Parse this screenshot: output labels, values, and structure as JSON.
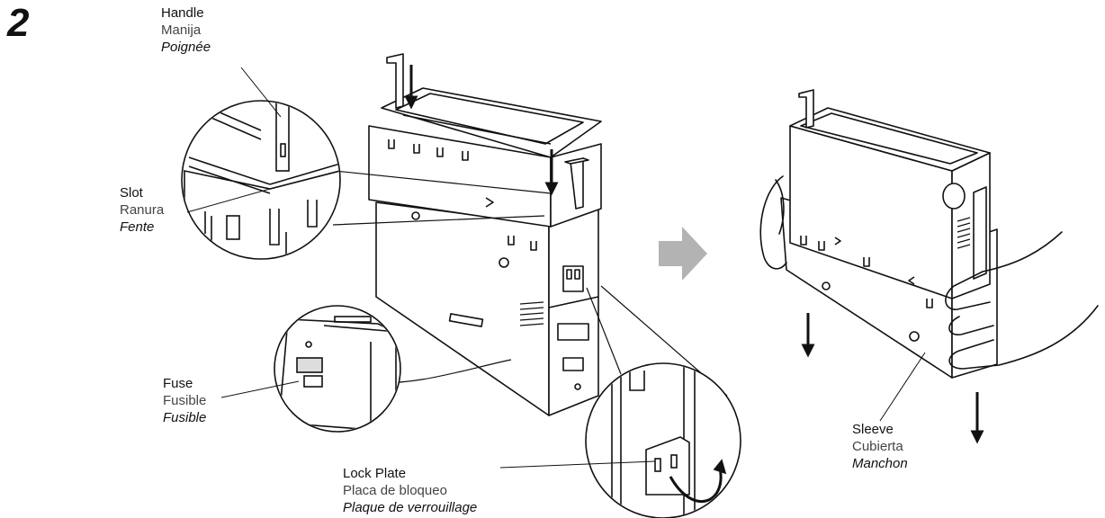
{
  "step_number": "2",
  "labels": {
    "handle": {
      "en": "Handle",
      "es": "Manija",
      "fr": "Poignée"
    },
    "slot": {
      "en": "Slot",
      "es": "Ranura",
      "fr": "Fente"
    },
    "fuse": {
      "en": "Fuse",
      "es": "Fusible",
      "fr": "Fusible"
    },
    "lock_plate": {
      "en": "Lock Plate",
      "es": "Placa de bloqueo",
      "fr": "Plaque de verrouillage"
    },
    "sleeve": {
      "en": "Sleeve",
      "es": "Cubierta",
      "fr": "Manchon"
    }
  },
  "colors": {
    "line": "#111111",
    "arrow": "#b3b3b3",
    "fill": "#ffffff"
  }
}
